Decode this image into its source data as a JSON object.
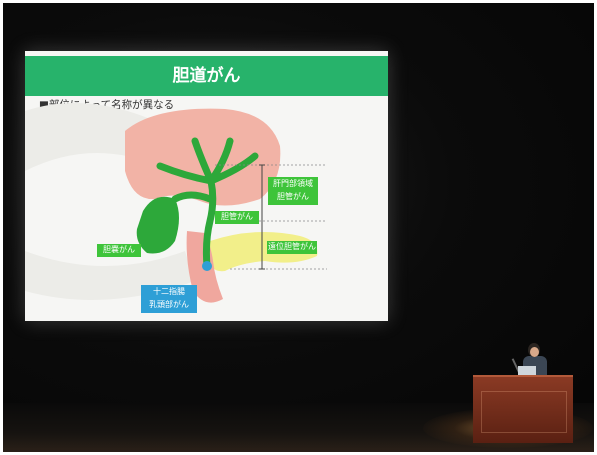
{
  "slide": {
    "title": "胆道がん",
    "subtitle": "■部位によって名称が異なる",
    "labels": {
      "gallbladder": "胆嚢がん",
      "bile_duct": "胆管がん",
      "hilar_line1": "肝門部領域",
      "hilar_line2": "胆管がん",
      "distal": "遠位胆管がん",
      "ampulla_line1": "十二指腸",
      "ampulla_line2": "乳頭部がん"
    }
  },
  "colors": {
    "title_bar": "#27b36b",
    "green_label": "#3ec43a",
    "blue_label": "#2e9fd6",
    "liver": "#f2b3a6",
    "bile_tree": "#2da83a",
    "pancreas": "#f2ef8a",
    "podium": "#7a2e1a"
  }
}
